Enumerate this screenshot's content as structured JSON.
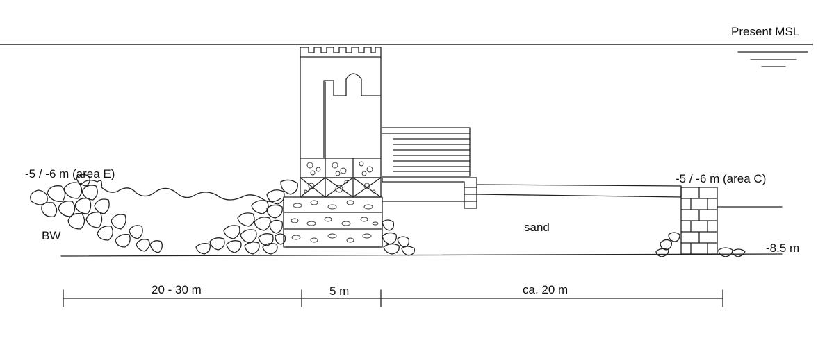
{
  "labels": {
    "msl": "Present MSL",
    "area_e": "-5 / -6 m (area E)",
    "area_c": "-5 / -6 m (area C)",
    "bw": "BW",
    "sand": "sand",
    "depth": "-8.5 m"
  },
  "dimensions": [
    {
      "text": "20 - 30 m"
    },
    {
      "text": "5 m"
    },
    {
      "text": "ca. 20 m"
    }
  ]
}
